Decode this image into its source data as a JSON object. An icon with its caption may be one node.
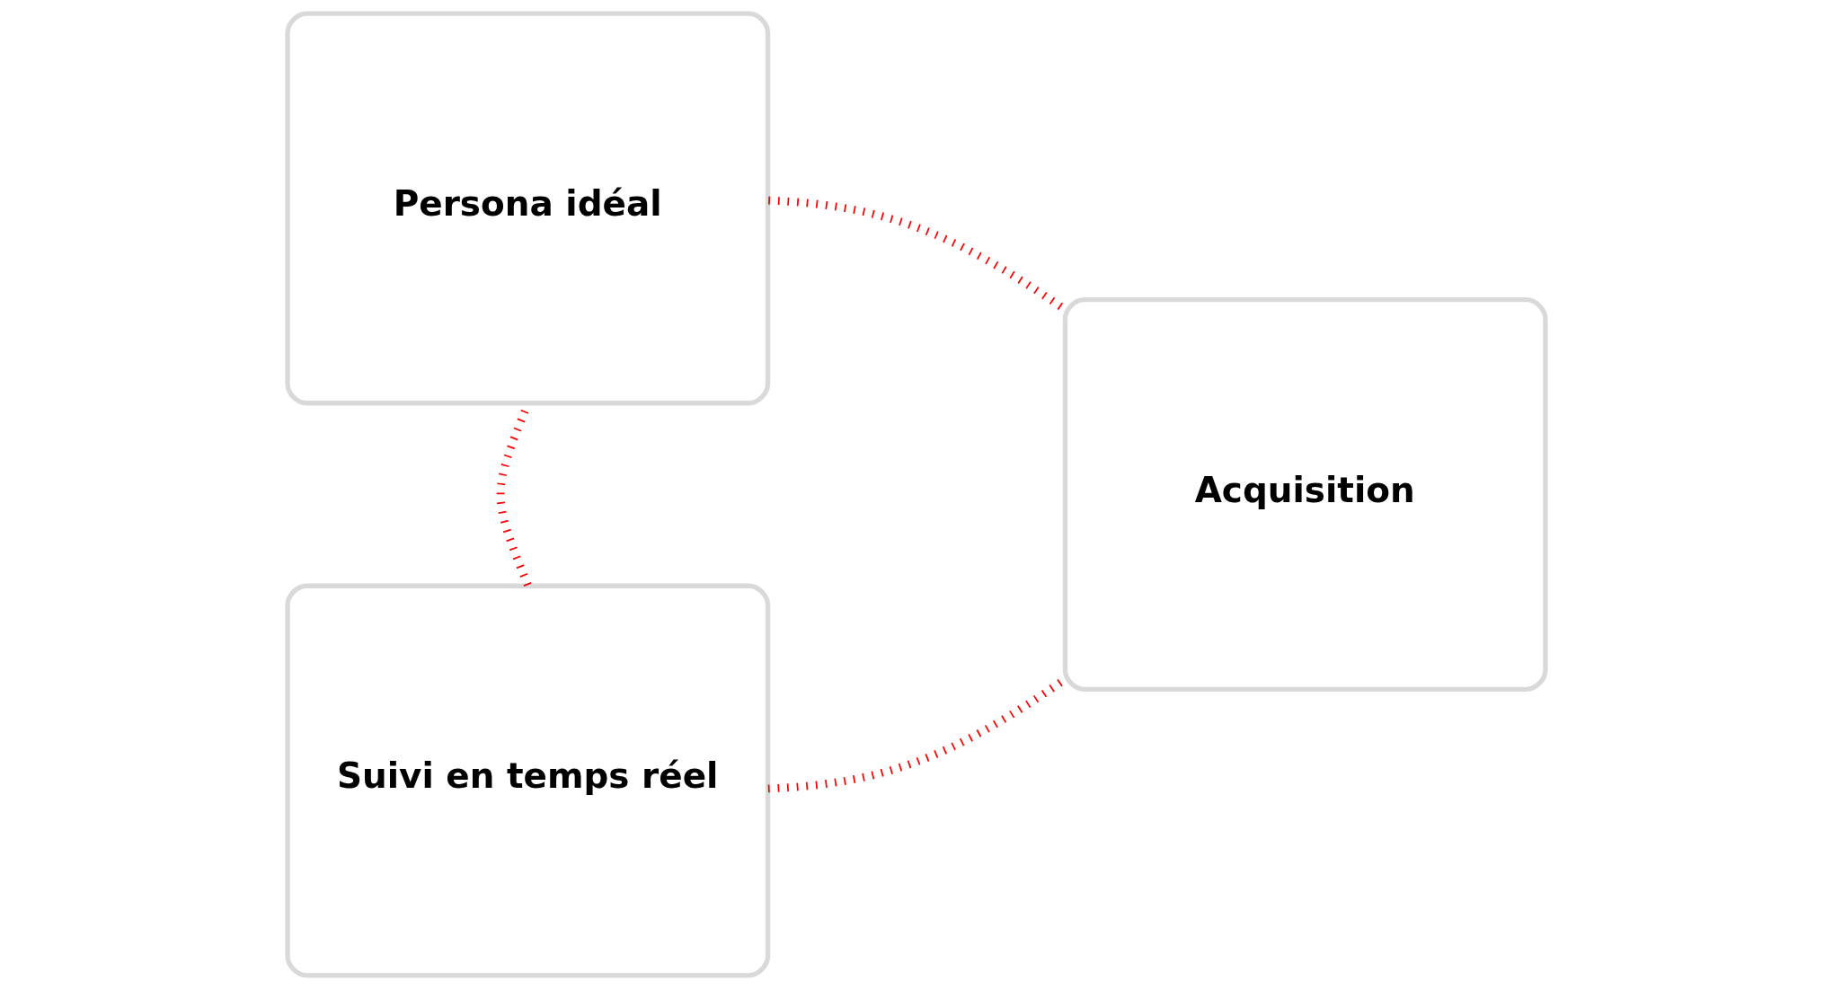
{
  "diagram": {
    "nodes": [
      {
        "text": [
          "Persona idéal"
        ]
      },
      {
        "text": [
          "Acquisition"
        ]
      },
      {
        "text": [
          "Suivi en temps réel"
        ]
      }
    ],
    "edges": [
      {
        "from": 0,
        "to": 1,
        "arrow": "none"
      },
      {
        "from": 1,
        "to": 2,
        "arrow": "none"
      },
      {
        "from": 2,
        "to": 0,
        "arrow": "none"
      }
    ]
  }
}
